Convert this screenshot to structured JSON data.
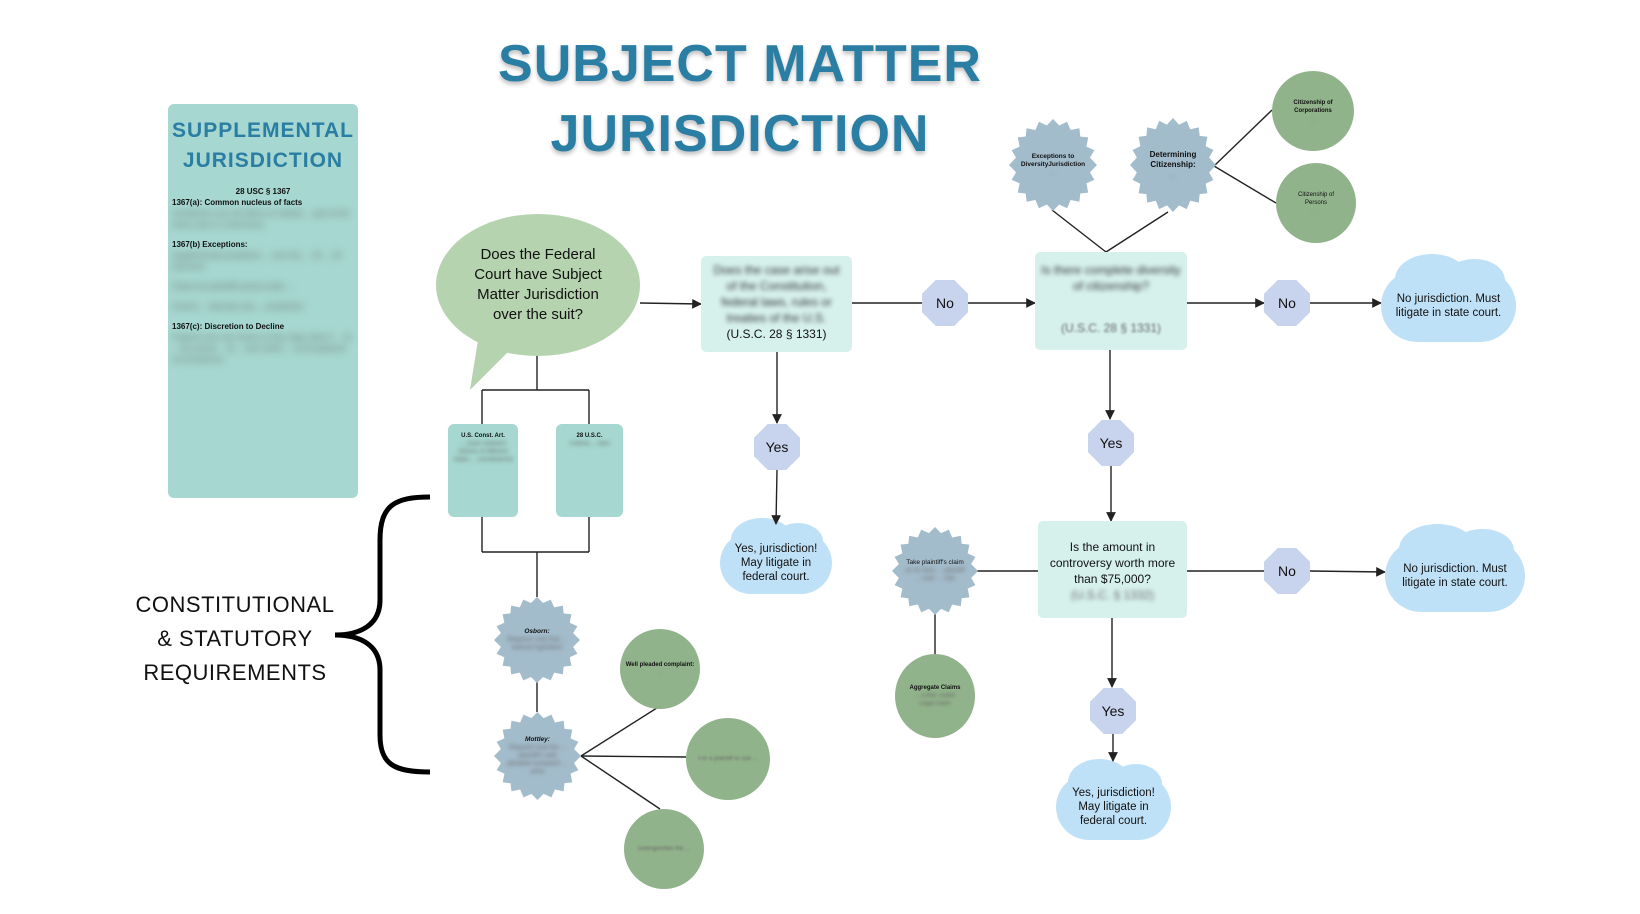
{
  "title": {
    "line1": "SUBJECT MATTER",
    "line2": "JURISDICTION"
  },
  "supplemental": {
    "heading_line1": "SUPPLEMENTAL",
    "heading_line2": "JURISDICTION",
    "code": "28 USC § 1367",
    "a_heading": "1367(a): Common nucleus of facts",
    "a_text": "Jurisdiction over all claims so related ... part of the same case or controversy",
    "b_heading": "1367(b) Exceptions:",
    "b_text": "Supplemental jurisdiction ... over the ... 19 ... 24 intervene",
    "b_text2": "Claims by plaintiffs joined under ...",
    "b_text3": "Cannot ... diversity was ... jurisdiction",
    "c_heading": "1367(c): Discretion to Decline",
    "c_text": "Federal court can refuse to hear state claim if ... 2) ... the actual ... 3) ... over which ... 4) Exceptional circumstances"
  },
  "question": "Does the Federal Court have Subject Matter Jurisdiction over the suit?",
  "federal_question": {
    "text": "Does the case arise out of the Constitution, federal laws, rules or treaties of the U.S.",
    "citation": "(U.S.C. 28 § 1331)"
  },
  "diversity": {
    "text": "Is there complete diversity of citizenship?",
    "citation": "(U.S.C. 28 § 1331)"
  },
  "amount": {
    "text": "Is the amount in controversy worth more than $75,000?",
    "citation": "(U.S.C. § 1332)"
  },
  "decisions": {
    "no": "No",
    "yes": "Yes"
  },
  "outcomes": {
    "no_jurisdiction": "No jurisdiction. Must litigate in state court.",
    "yes_jurisdiction": "Yes, jurisdiction! May litigate in federal court."
  },
  "cards": {
    "constitution": {
      "heading": "U.S. Const. Art.",
      "text": "... cases between citizens of different states ... constitutional"
    },
    "statute": {
      "heading": "28 U.S.C.",
      "text": "Federal ... laws"
    }
  },
  "seals": {
    "osborn": {
      "heading": "Osborn:",
      "text": "Requires only that ... federal ingredient"
    },
    "mottley": {
      "heading": "Mottley:",
      "text": "Requires that the ... plaintiff's well pleaded complaint ... arise"
    },
    "exceptions": {
      "heading": "Exceptions to DiversityJurisdiction",
      "text": "..."
    },
    "citizenship": {
      "heading": "Determining Citizenship:",
      "text": "..."
    },
    "aggregation": {
      "heading": "Take plaintiff's claim",
      "text": "on its face ... plaintiff ... over ... rule"
    }
  },
  "circles": {
    "well_pleaded": {
      "heading": "Well pleaded complaint:",
      "text": "..."
    },
    "plaintiff": {
      "heading": "",
      "text": "For a plaintiff to sue ..."
    },
    "distinguished": {
      "heading": "",
      "text": "Distinguishes the ..."
    },
    "corporations": {
      "heading": "Citizenship of Corporations",
      "text": "..."
    },
    "persons": {
      "heading": "Citizenship of Persons",
      "text": "..."
    },
    "aggregate": {
      "heading": "Aggregate Claims",
      "text": "... Either Viable Legal Claim"
    }
  },
  "brace_label": {
    "line1": "CONSTITUTIONAL",
    "line2": "& STATUTORY",
    "line3": "REQUIREMENTS"
  }
}
